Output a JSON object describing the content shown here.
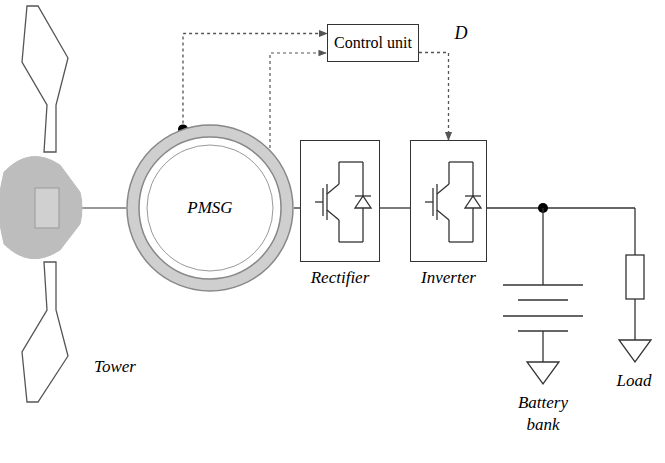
{
  "diagram": {
    "nodes": [
      {
        "text": [
          "Control unit"
        ]
      },
      {
        "text": [
          "PMSG"
        ]
      },
      {
        "text": [
          "Rectifier"
        ]
      },
      {
        "text": [
          "Inverter"
        ]
      }
    ],
    "edges": [
      {
        "from": 1,
        "to": 0,
        "arrow": "to"
      },
      {
        "from": 0,
        "to": 3,
        "label": "D",
        "arrow": "to"
      },
      {
        "from": 1,
        "to": 2,
        "arrow": "none"
      },
      {
        "from": 2,
        "to": 3,
        "arrow": "none"
      }
    ],
    "labels": [
      "Tower",
      "Battery bank",
      "Load"
    ]
  }
}
